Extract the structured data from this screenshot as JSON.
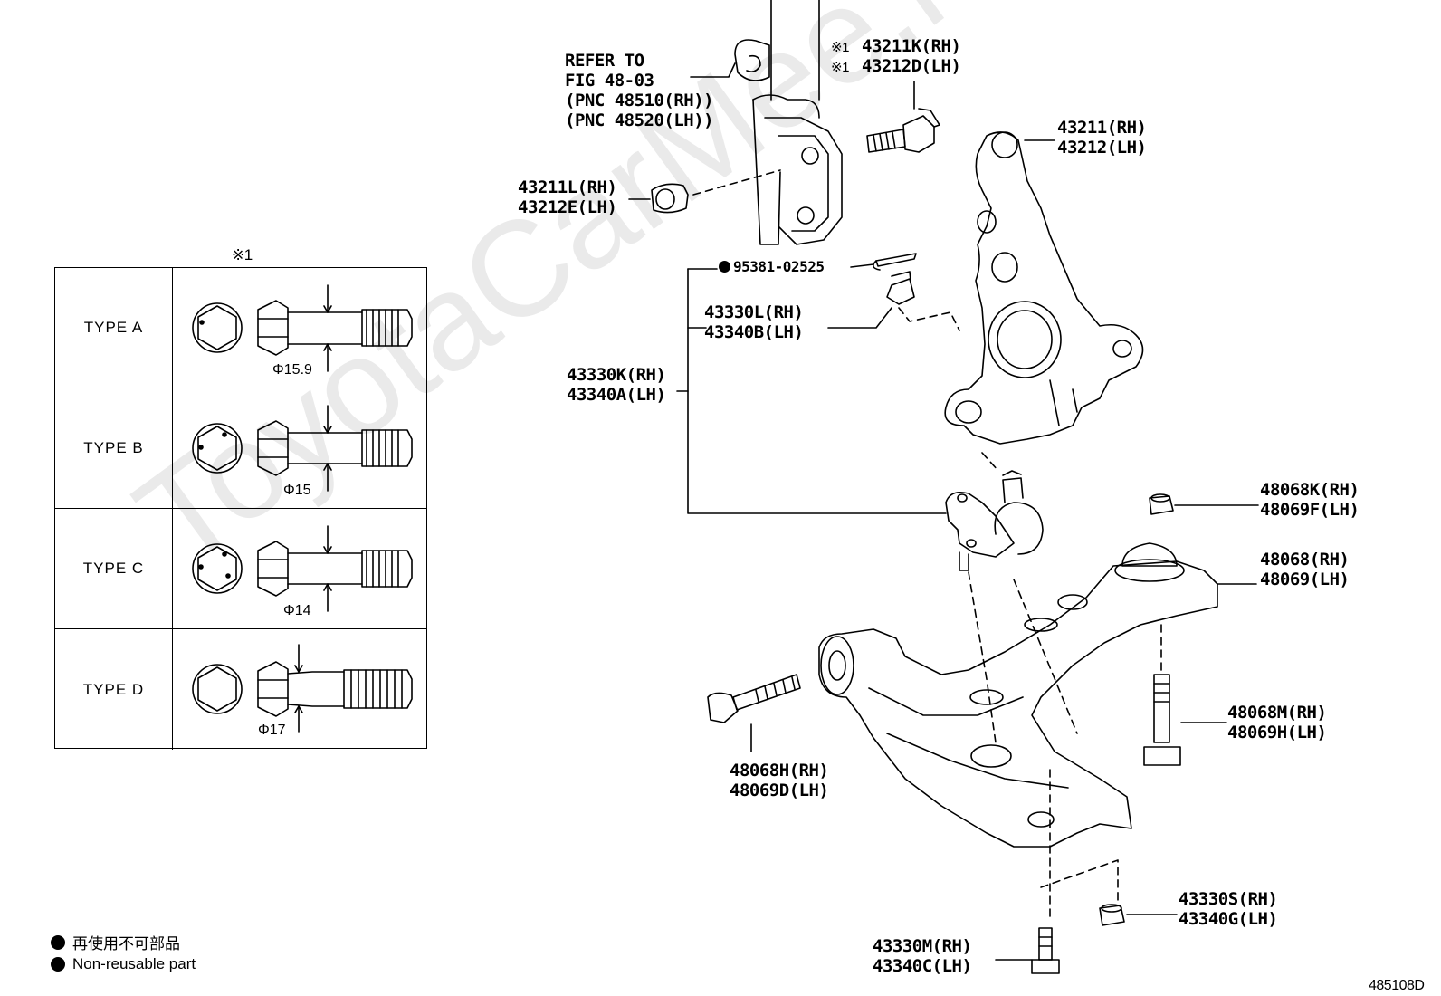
{
  "watermark": "ToyotaCarMee.ru",
  "note_mark": "※1",
  "table": {
    "rows": [
      {
        "type": "TYPE  A",
        "diameter": "Φ15.9"
      },
      {
        "type": "TYPE  B",
        "diameter": "Φ15"
      },
      {
        "type": "TYPE  C",
        "diameter": "Φ14"
      },
      {
        "type": "TYPE  D",
        "diameter": "Φ17"
      }
    ]
  },
  "labels": {
    "refer": [
      "REFER TO",
      "FIG 48-03",
      "(PNC 48510(RH))",
      "(PNC 48520(LH))"
    ],
    "bolt_rh": "43211K(RH)",
    "bolt_lh": "43212D(LH)",
    "bolt_mark": "※1",
    "knuckle_rh": "43211(RH)",
    "knuckle_lh": "43212(LH)",
    "nut_rh": "43211L(RH)",
    "nut_lh": "43212E(LH)",
    "pin": "95381-02525",
    "bjnut_rh": "43330L(RH)",
    "bjnut_lh": "43340B(LH)",
    "bj_rh": "43330K(RH)",
    "bj_lh": "43340A(LH)",
    "armnut_rh": "48068K(RH)",
    "armnut_lh": "48069F(LH)",
    "arm_rh": "48068(RH)",
    "arm_lh": "48069(LH)",
    "armbolt2_rh": "48068M(RH)",
    "armbolt2_lh": "48069H(LH)",
    "armbolt_rh": "48068H(RH)",
    "armbolt_lh": "48069D(LH)",
    "bjnut2_rh": "43330S(RH)",
    "bjnut2_lh": "43340G(LH)",
    "bjbolt_rh": "43330M(RH)",
    "bjbolt_lh": "43340C(LH)"
  },
  "legend": {
    "jp": "再使用不可部品",
    "en": "Non-reusable part"
  },
  "figure_id": "485108D"
}
